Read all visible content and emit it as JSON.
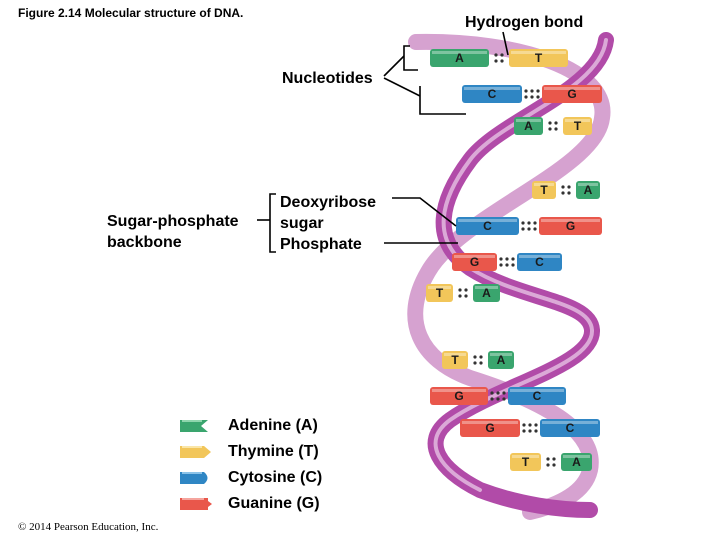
{
  "caption": "Figure 2.14 Molecular structure of DNA.",
  "credit": "© 2014 Pearson Education, Inc.",
  "labels": {
    "hydrogen_bond": "Hydrogen bond",
    "nucleotides": "Nucleotides",
    "backbone": [
      "Sugar-phosphate",
      "backbone"
    ],
    "components": [
      "Deoxyribose",
      "sugar",
      "Phosphate"
    ]
  },
  "colors": {
    "adenine": "#3aa56e",
    "thymine": "#f2c65a",
    "cytosine": "#2f86c4",
    "guanine": "#e9574b",
    "backbone_front": "#b14ba8",
    "backbone_back": "#d6a2d0"
  },
  "legend": [
    {
      "name": "Adenine (A)",
      "shape": "adenine-icon",
      "color": "#3aa56e"
    },
    {
      "name": "Thymine (T)",
      "shape": "thymine-icon",
      "color": "#f2c65a"
    },
    {
      "name": "Cytosine (C)",
      "shape": "cytosine-icon",
      "color": "#2f86c4"
    },
    {
      "name": "Guanine (G)",
      "shape": "guanine-icon",
      "color": "#e9574b"
    }
  ],
  "base_pairs": [
    {
      "left": "A",
      "right": "T"
    },
    {
      "left": "C",
      "right": "G"
    },
    {
      "left": "A",
      "right": "T"
    },
    {
      "left": "T",
      "right": "A"
    },
    {
      "left": "C",
      "right": "G"
    },
    {
      "left": "G",
      "right": "C"
    },
    {
      "left": "T",
      "right": "A"
    },
    {
      "left": "T",
      "right": "A"
    },
    {
      "left": "G",
      "right": "C"
    },
    {
      "left": "G",
      "right": "C"
    },
    {
      "left": "T",
      "right": "A"
    }
  ]
}
